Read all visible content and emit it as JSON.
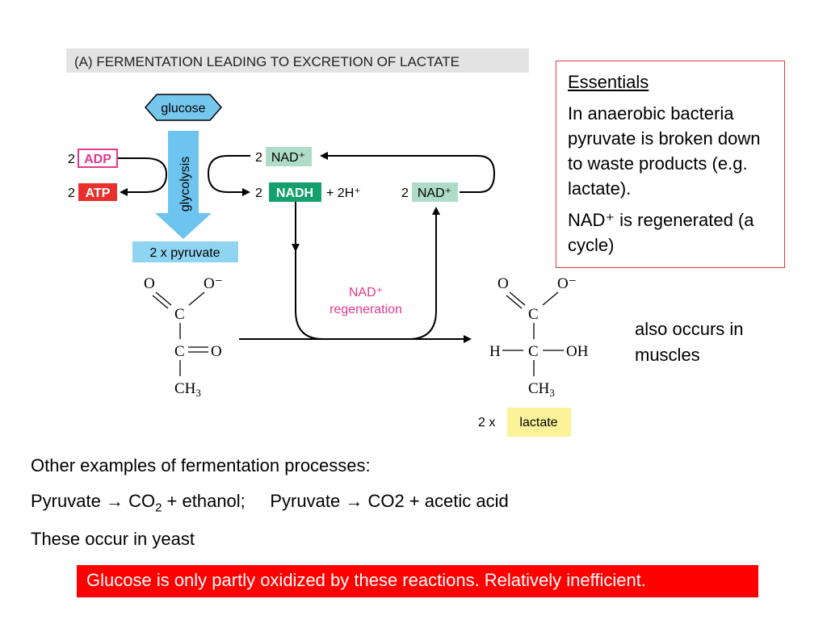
{
  "figure": {
    "title": "(A)   FERMENTATION LEADING TO EXCRETION OF LACTATE",
    "glucose": "glucose",
    "glycolysis": "glycolysis",
    "coef_2": "2",
    "adp": "ADP",
    "atp": "ATP",
    "nad_plus": "NAD⁺",
    "nadh": "NADH",
    "plus_2h": "+ 2H⁺",
    "pyruvate_box": "2 x pyruvate",
    "regeneration_line1": "NAD⁺",
    "regeneration_line2": "regeneration",
    "lactate_prefix": "2 x",
    "lactate": "lactate",
    "chem": {
      "O": "O",
      "O_minus": "O⁻",
      "C": "C",
      "H": "H",
      "OH": "OH",
      "CH3_C": "CH",
      "CH3_3": "3",
      "double_bond": "═",
      "C_eq_O": "C═O"
    },
    "colors": {
      "title_bar": "#e3e3e3",
      "glucose_fill": "#76c7ee",
      "arrow_blue": "#6dc4ee",
      "pyruvate_fill": "#8fd5f2",
      "adp_border": "#e2398a",
      "atp_fill": "#e8302e",
      "nad_fill": "#aedcc8",
      "nadh_fill": "#13a06c",
      "regeneration_text": "#e2398a",
      "lactate_fill": "#fbf29a"
    }
  },
  "essentials": {
    "title": "Essentials",
    "text": "In anaerobic bacteria pyruvate is broken down to waste products (e.g. lactate).",
    "nad_text": "NAD⁺ is regenerated (a cycle)"
  },
  "side_note": "also occurs in muscles",
  "body": {
    "other_heading": "Other examples of fermentation processes:",
    "reaction1_left": "Pyruvate",
    "reaction1_right_co2": "CO",
    "reaction1_sub": "2",
    "reaction1_tail": "+ ethanol;",
    "reaction2_left": "Pyruvate",
    "reaction2_right": "CO2 + acetic acid",
    "arrow": "→",
    "yeast": "These occur in yeast"
  },
  "conclusion": "Glucose is only partly oxidized by these reactions. Relatively inefficient."
}
